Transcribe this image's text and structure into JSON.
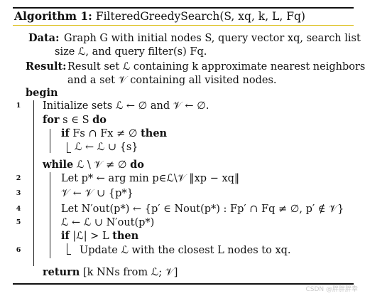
{
  "algorithm": {
    "label": "Algorithm 1:",
    "title": "FilteredGreedySearch(S, xq, k, L, Fq)"
  },
  "data": {
    "keyword": "Data:",
    "line1": "Graph G with initial nodes S, query vector xq, search list",
    "line2": "size ℒ, and query filter(s) Fq."
  },
  "result": {
    "keyword": "Result:",
    "line1": "Result set ℒ containing k approximate nearest neighbors,",
    "line2": "and a set 𝒱 containing all visited nodes."
  },
  "begin_kw": "begin",
  "steps": [
    {
      "num": "1",
      "text": "Initialize sets ℒ ← ∅ and 𝒱 ← ∅."
    },
    {
      "num": "",
      "kw": "for",
      "text": "s ∈ S",
      "kw2": "do"
    },
    {
      "num": "",
      "kw": "if",
      "text": "Fs ∩ Fx ≠ ∅",
      "kw2": "then"
    },
    {
      "num": "",
      "text": "ℒ ← ℒ ∪ {s}"
    },
    {
      "num": "",
      "kw": "while",
      "text": "ℒ \\ 𝒱 ≠ ∅",
      "kw2": "do"
    },
    {
      "num": "2",
      "text": "Let p* ← arg min p∈ℒ\\𝒱 ‖xp − xq‖"
    },
    {
      "num": "3",
      "text": "𝒱 ← 𝒱 ∪ {p*}"
    },
    {
      "num": "4",
      "text": "Let N′out(p*) ← {p′ ∈ Nout(p*) : Fp′ ∩ Fq ≠ ∅, p′ ∉ 𝒱}"
    },
    {
      "num": "5",
      "text": "ℒ ← ℒ ∪ N′out(p*)"
    },
    {
      "num": "",
      "kw": "if",
      "text": "|ℒ| > L",
      "kw2": "then"
    },
    {
      "num": "6",
      "text": "Update ℒ with the closest L nodes to xq."
    },
    {
      "num": "",
      "kw": "return",
      "text": "[k NNs from ℒ; 𝒱]"
    }
  ],
  "watermark": "CSDN @胖胖胖幸"
}
